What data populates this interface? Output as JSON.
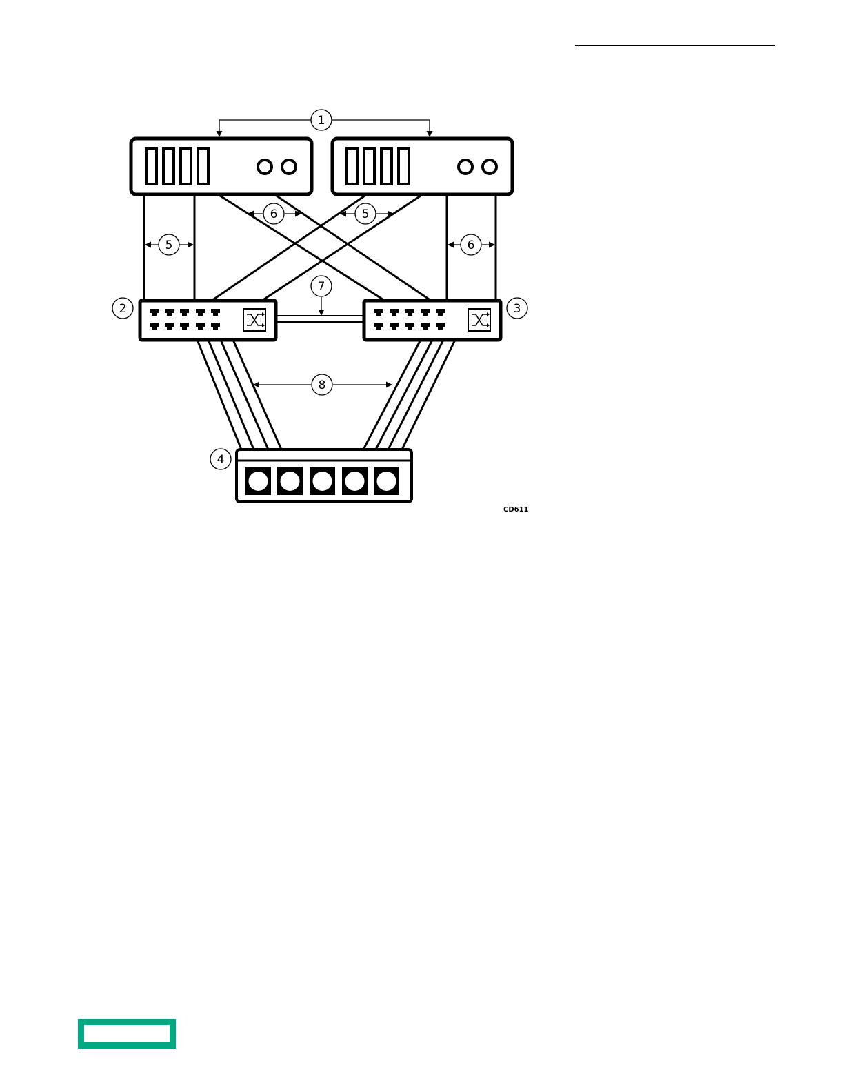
{
  "figure": {
    "code": "CD611",
    "callouts": [
      "1",
      "2",
      "3",
      "4",
      "5",
      "6",
      "7",
      "8",
      "5",
      "6"
    ]
  },
  "colors": {
    "line": "#000000",
    "logo": "#01a982",
    "background": "#ffffff"
  },
  "icons": {
    "logo": "logo-rectangle",
    "switch": "network-switch-icon",
    "server": "server-icon",
    "storage": "storage-array-icon"
  }
}
